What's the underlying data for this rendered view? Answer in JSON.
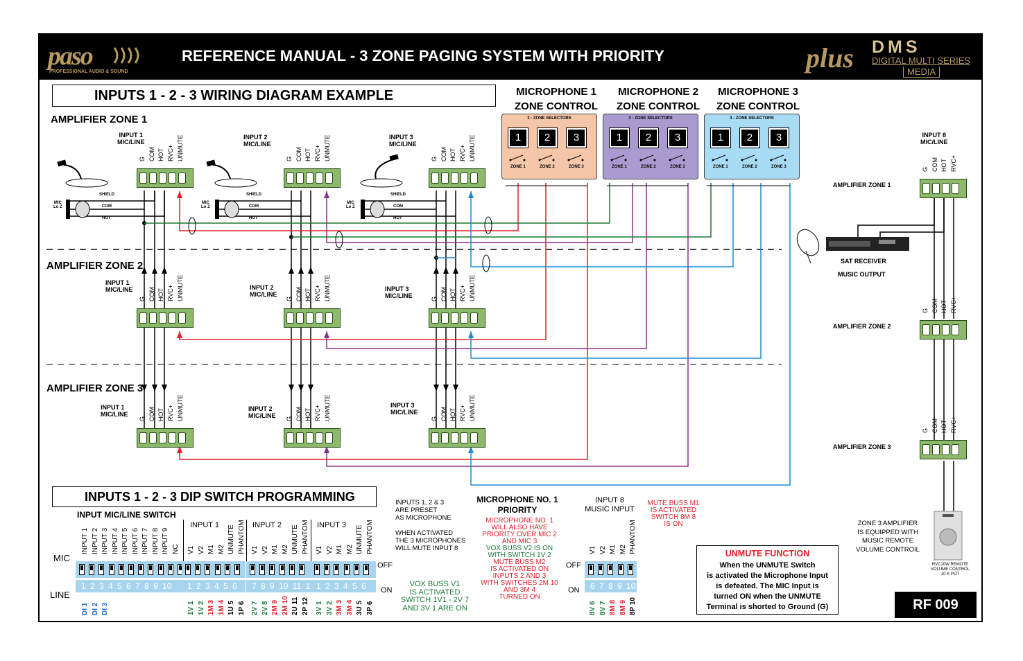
{
  "header": {
    "brand": "paso",
    "brand_sub": "PROFESSIONAL AUDIO & SOUND",
    "title": "REFERENCE MANUAL - 3 ZONE PAGING SYSTEM WITH PRIORITY",
    "plus": "plus",
    "dms": "DMS",
    "dms_sub": "DIGITAL MULTI SERIES",
    "dms_media": "MEDIA"
  },
  "wiring_title": "INPUTS 1 - 2 - 3 WIRING DIAGRAM EXAMPLE",
  "zones": {
    "z1": "AMPLIFIER ZONE 1",
    "z2": "AMPLIFIER ZONE 2",
    "z3": "AMPLIFIER ZONE 3"
  },
  "input_labels": {
    "in1": "INPUT 1",
    "in2": "INPUT 2",
    "in3": "INPUT 3",
    "micline": "MIC/LINE",
    "in8": "INPUT 8"
  },
  "terminal_labels": [
    "G",
    "COM",
    "HOT",
    "RVC+",
    "UNMUTE"
  ],
  "mic_labels": {
    "shield": "SHIELD",
    "com": "COM",
    "hot": "HOT",
    "mic": "MIC",
    "loz": "Lo Z"
  },
  "mic_controls": [
    {
      "line1": "MICROPHONE 1",
      "line2": "ZONE CONTROL",
      "color": "#f5c6a8"
    },
    {
      "line1": "MICROPHONE 2",
      "line2": "ZONE CONTROL",
      "color": "#a99bd0"
    },
    {
      "line1": "MICROPHONE 3",
      "line2": "ZONE CONTROL",
      "color": "#a8dcf4"
    }
  ],
  "zone_selector": {
    "title": "3 - ZONE SELECTORS",
    "buttons": [
      "1",
      "2",
      "3"
    ],
    "labels": [
      "ZONE 1",
      "ZONE 2",
      "ZONE 3"
    ]
  },
  "right": {
    "in8": "INPUT 8",
    "micline": "MIC/LINE",
    "z1": "AMPLIFIER ZONE 1",
    "z2": "AMPLIFIER ZONE 2",
    "z3": "AMPLIFIER ZONE 3",
    "sat": "SAT RECEIVER",
    "music": "MUSIC OUTPUT",
    "zone3_note": [
      "ZONE 3 AMPLIFIER",
      "IS EQUIPPED WITH",
      "MUSIC REMOTE",
      "VOLUME CONTROIL"
    ],
    "pot": [
      "RVC10W REMOTE",
      "VOLUME CONTROL",
      "10 K POT"
    ],
    "terms4": [
      "G",
      "COM",
      "HOT",
      "RVC+"
    ]
  },
  "dip": {
    "title": "INPUTS 1 - 2 - 3 DIP SWITCH PROGRAMMING",
    "switch_title": "INPUT MIC/LINE SWITCH",
    "mic": "MIC",
    "line": "LINE",
    "off": "OFF",
    "on": "ON",
    "inputs_cols": [
      "INPUT 1",
      "INPUT 2",
      "INPUT 3",
      "INPUT 4",
      "INPUT 5",
      "INPUT 6",
      "INPUT 7",
      "INPUT 8",
      "INPUT 9",
      "NC"
    ],
    "group_headers": [
      "INPUT 1",
      "INPUT 2",
      "INPUT 3"
    ],
    "group_cols": [
      "V1",
      "V2",
      "M1",
      "M2",
      "UNMUTE",
      "PHANTOM"
    ],
    "nums1": "1 2 3 4 5 6 7 8 9 10",
    "nums2": "1 2 3 4 5 6",
    "nums3": "7 8 9 10 11 12",
    "nums4": "1 2 3 4 5 6",
    "nums5": "6 7 8 9 10",
    "di": [
      "DI 1",
      "DI 2",
      "DI 3"
    ],
    "g1": [
      "1V 1",
      "1V 2",
      "1M 3",
      "1M 4",
      "1U 5",
      "1P 6"
    ],
    "g2": [
      "2V 7",
      "2V 8",
      "2M 9",
      "2M 10",
      "2U 11",
      "2P 12"
    ],
    "g3": [
      "3V 1",
      "3V 2",
      "3M 3",
      "3M 4",
      "3U 5",
      "3P 6"
    ],
    "g4": [
      "8V 6",
      "8V 7",
      "8M 8",
      "8M 9",
      "8P 10"
    ],
    "in8_cols": [
      "V1",
      "V2",
      "M1",
      "M2",
      "PHANTOM"
    ],
    "preset": [
      "INPUTS 1, 2 & 3",
      "ARE PRESET",
      "AS MICROPHONE",
      "",
      "WHEN ACTIVATED",
      "THE 3 MICROPHONES",
      "WILL MUTE INPUT 8"
    ],
    "vox1": [
      "VOX BUSS V1",
      "IS ACTIVATED",
      "SWITCH 1V1 - 2V 7",
      "AND 3V 1 ARE ON"
    ],
    "mic_priority_title": [
      "MICROPHONE NO. 1",
      "PRIORITY"
    ],
    "mic_priority_red": [
      "MICROPHONE NO. 1",
      "WILL ALSO HAVE",
      "PRIORITY OVER MIC 2",
      "AND MIC 3"
    ],
    "mic_priority_green": [
      "VOX BUSS V2 IS ON",
      "WITH SWITCH 1V 2"
    ],
    "mic_priority_red2": [
      "MUTE BUSS M2",
      "IS ACTIVATED ON",
      "INPUTS 2 AND 3",
      "WITH SWITCHES 2M 10",
      "AND 3M 4",
      "TURNED ON"
    ],
    "in8_title": [
      "INPUT 8",
      "MUSIC INPUT"
    ],
    "mute_m1": [
      "MUTE BUSS M1",
      "IS ACTIVATED",
      "SWITCH 8M 8",
      "IS ON"
    ]
  },
  "unmute": {
    "title": "UNMUTE FUNCTION",
    "lines": [
      "When the UNMUTE Switch",
      "is activated the Microphone Input",
      "is defeated. The MIC Input is",
      "turned ON when the UNMUTE",
      "Terminal is shorted to Ground (G)"
    ]
  },
  "rf": "RF 009",
  "colors": {
    "red": "#e0202a",
    "green": "#1a7a3a",
    "purple": "#8a2e8f",
    "blue": "#1a8ad0",
    "terminal": "#8cb96a"
  }
}
